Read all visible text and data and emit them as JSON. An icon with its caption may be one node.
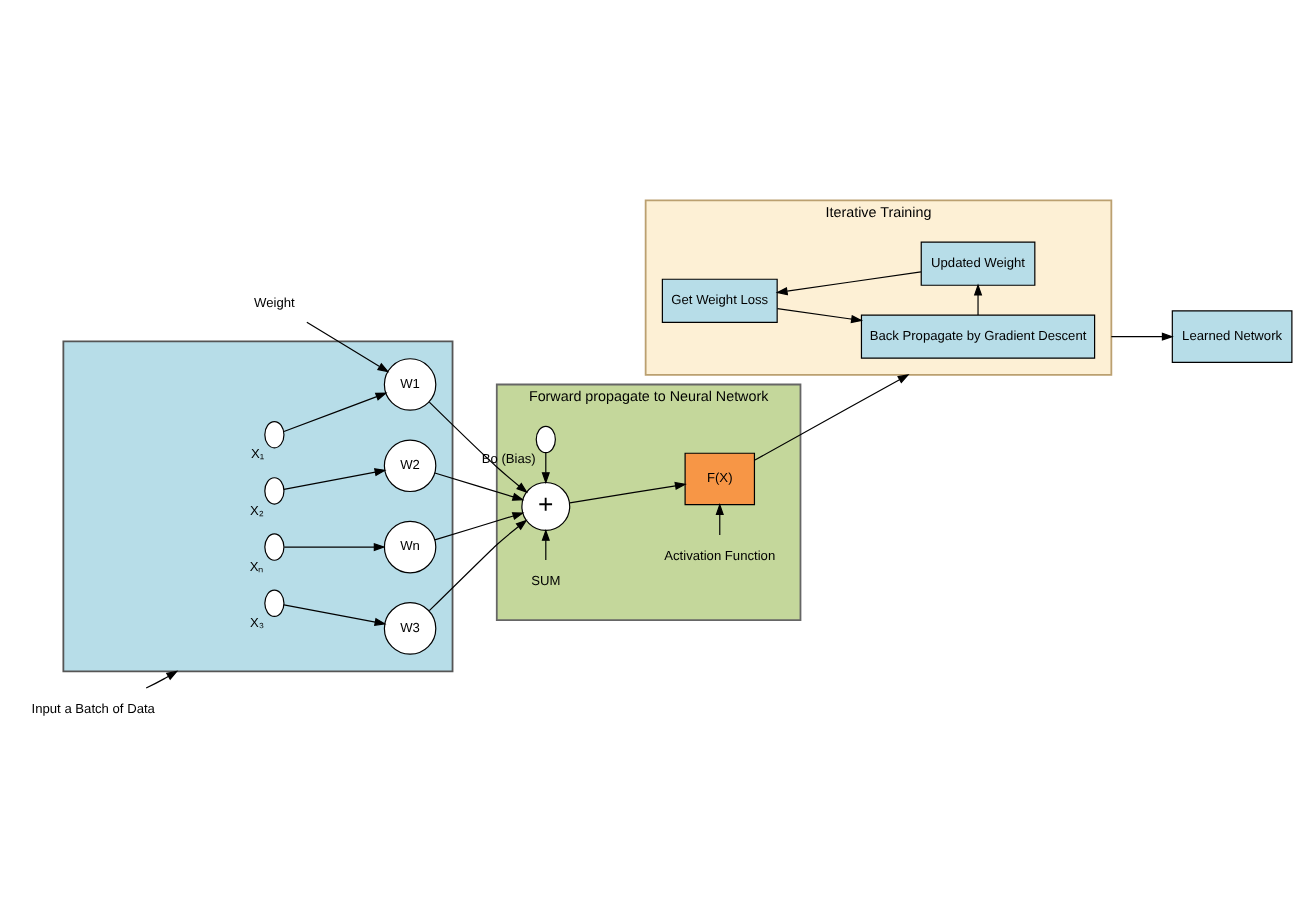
{
  "diagram": {
    "nodes": [
      {
        "text": [],
        "shape": "box"
      },
      {
        "text": [],
        "shape": "circle",
        "in": 0,
        "beside": [
          "X₁"
        ]
      },
      {
        "text": [
          "W1"
        ],
        "in": 0
      },
      {
        "text": [],
        "shape": "circle",
        "in": 0,
        "beside": [
          "X₂"
        ]
      },
      {
        "text": [
          "W2"
        ],
        "in": 0
      },
      {
        "text": [],
        "shape": "circle",
        "in": 0,
        "beside": [
          "X₃"
        ]
      },
      {
        "text": [
          "W3"
        ],
        "in": 0
      },
      {
        "text": [],
        "shape": "circle",
        "in": 0,
        "beside": [
          "Xₙ"
        ]
      },
      {
        "text": [
          "Wn"
        ],
        "in": 0
      },
      {
        "text": [
          "Forward propagate to Neural Network"
        ]
      },
      {
        "text": [],
        "shape": "circle",
        "in": 9,
        "beside": [
          "Bo (Bias)"
        ]
      },
      {
        "text": [
          "+"
        ],
        "in": 9
      },
      {
        "text": [
          "F(X)"
        ],
        "in": 9
      },
      {
        "text": [
          "SUM"
        ],
        "in": 9
      },
      {
        "text": [
          "Activation Function"
        ],
        "in": 9
      },
      {
        "text": [
          "Iterative Training"
        ]
      },
      {
        "text": [
          "Get Weight Loss"
        ],
        "in": 15
      },
      {
        "text": [
          "Back Propagate by Gradient Descent"
        ],
        "in": 15
      },
      {
        "text": [
          "Updated Weight"
        ],
        "in": 15
      },
      {
        "text": [
          "Learned Network"
        ]
      },
      {
        "text": [
          "Weight"
        ]
      },
      {
        "text": [
          "Input a Batch of Data"
        ]
      }
    ],
    "edges": [
      {
        "from": 21,
        "to": 0,
        "arrow": "to"
      },
      {
        "from": 20,
        "to": 2,
        "arrow": "to"
      },
      {
        "from": 1,
        "to": 2,
        "arrow": "to"
      },
      {
        "from": 3,
        "to": 4,
        "arrow": "to"
      },
      {
        "from": 5,
        "to": 6,
        "arrow": "to"
      },
      {
        "from": 7,
        "to": 8,
        "arrow": "to"
      },
      {
        "from": 2,
        "to": 11,
        "arrow": "to"
      },
      {
        "from": 4,
        "to": 11,
        "arrow": "to"
      },
      {
        "from": 6,
        "to": 11,
        "arrow": "to"
      },
      {
        "from": 8,
        "to": 11,
        "arrow": "to"
      },
      {
        "from": 10,
        "to": 11,
        "arrow": "to"
      },
      {
        "from": 13,
        "to": 11,
        "arrow": "to"
      },
      {
        "from": 11,
        "to": 12,
        "arrow": "to"
      },
      {
        "from": 14,
        "to": 12,
        "arrow": "to"
      },
      {
        "from": 12,
        "to": 15,
        "arrow": "to"
      },
      {
        "from": 16,
        "to": 17,
        "arrow": "to"
      },
      {
        "from": 17,
        "to": 18,
        "arrow": "to"
      },
      {
        "from": 18,
        "to": 16,
        "arrow": "to"
      },
      {
        "from": 15,
        "to": 19,
        "arrow": "to"
      }
    ]
  }
}
